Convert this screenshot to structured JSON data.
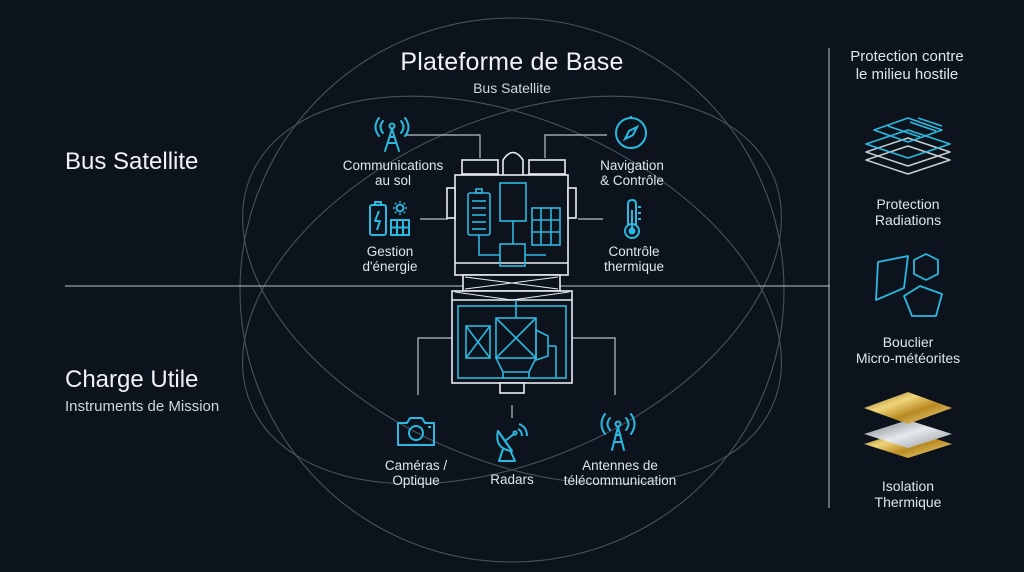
{
  "diagram": {
    "title": "Plateforme de Base",
    "subtitle": "Bus Satellite",
    "left_sections": {
      "bus": {
        "title": "Bus Satellite"
      },
      "payload": {
        "title": "Charge Utile",
        "subtitle": "Instruments de Mission"
      }
    },
    "bus_components": [
      {
        "line1": "Communications",
        "line2": "au sol",
        "icon": "antenna-tower-icon"
      },
      {
        "line1": "Navigation",
        "line2": "& Contrôle",
        "icon": "compass-icon"
      },
      {
        "line1": "Gestion",
        "line2": "d'énergie",
        "icon": "battery-solar-icon"
      },
      {
        "line1": "Contrôle",
        "line2": "thermique",
        "icon": "thermometer-icon"
      }
    ],
    "payload_instruments": [
      {
        "line1": "Caméras /",
        "line2": "Optique",
        "icon": "camera-icon"
      },
      {
        "line1": "Radars",
        "line2": "",
        "icon": "radar-dish-icon"
      },
      {
        "line1": "Antennes de",
        "line2": "télécommunication",
        "icon": "telecom-antenna-icon"
      }
    ],
    "protection": {
      "title_line1": "Protection contre",
      "title_line2": "le milieu hostile",
      "items": [
        {
          "line1": "Protection",
          "line2": "Radiations",
          "icon": "layered-shield-icon"
        },
        {
          "line1": "Bouclier",
          "line2": "Micro-météorites",
          "icon": "polygons-icon"
        },
        {
          "line1": "Isolation",
          "line2": "Thermique",
          "icon": "gold-foil-layers-icon"
        }
      ]
    },
    "colors": {
      "background": "#0d131c",
      "accent_cyan": "#2bb8e0",
      "line_gray": "#8a939c",
      "gold": "#c9a23a"
    }
  }
}
